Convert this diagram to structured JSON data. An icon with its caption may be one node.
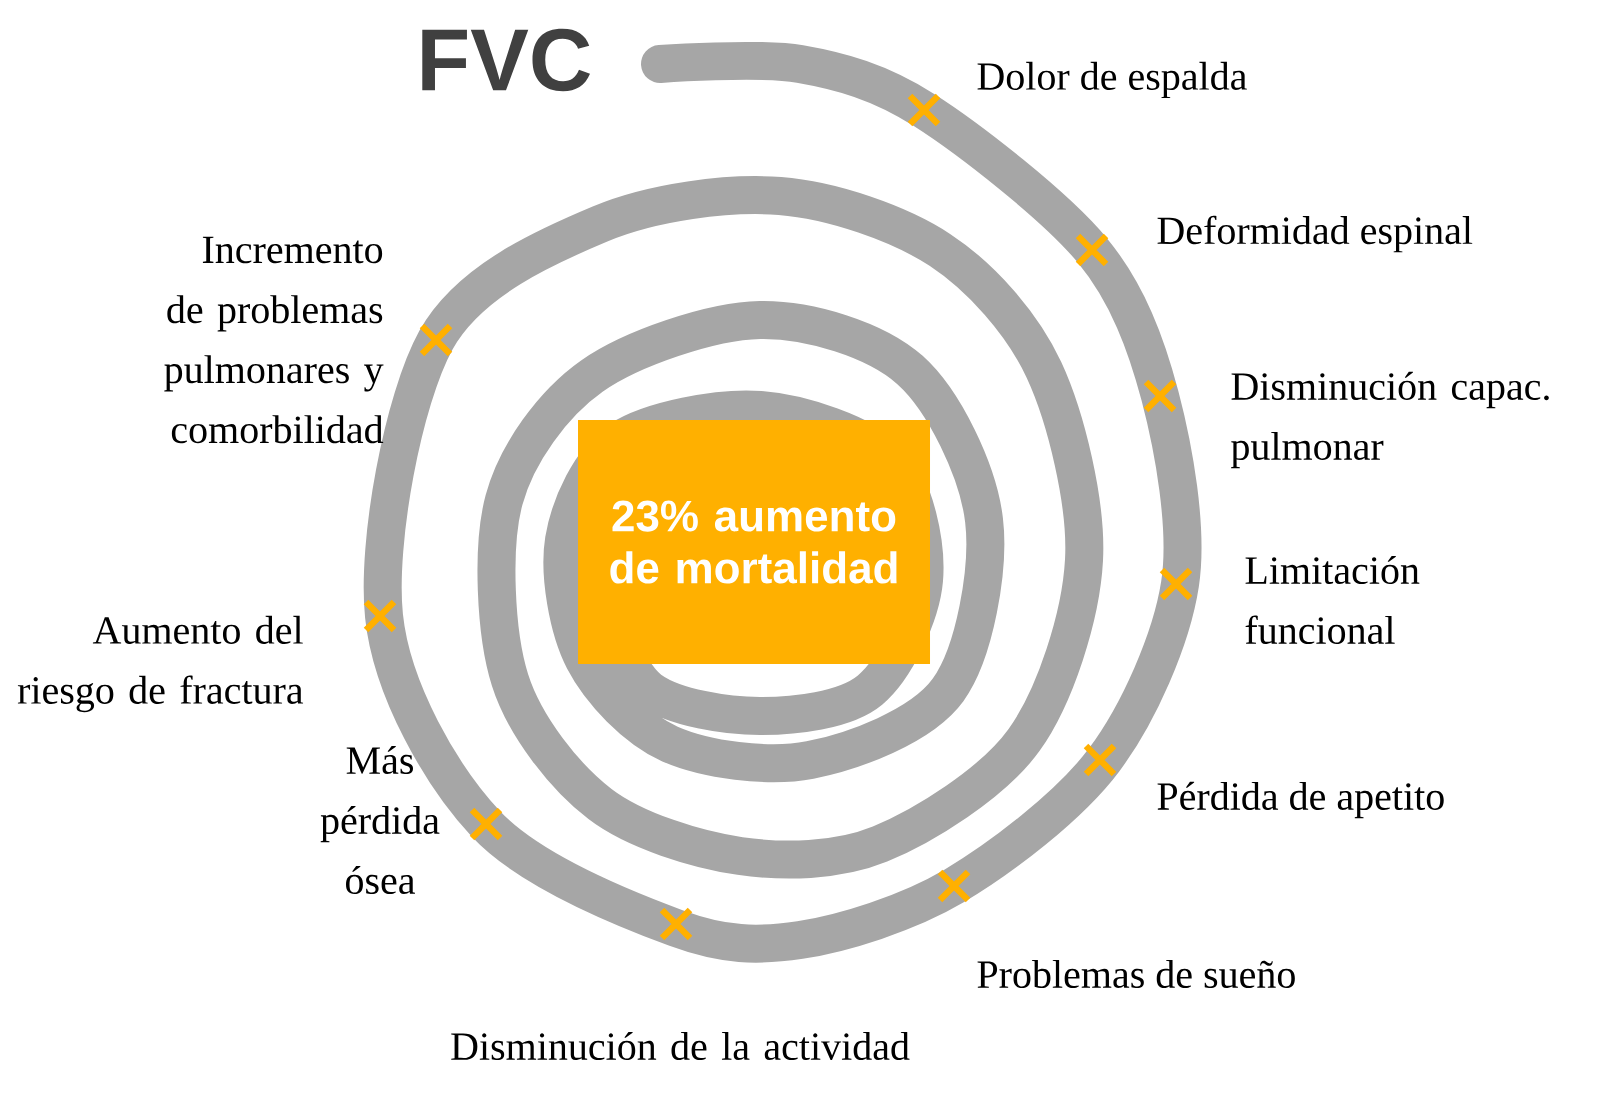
{
  "diagram": {
    "nodes": [
      {
        "text": [
          "23% aumento de mortalidad"
        ]
      }
    ],
    "labels": [
      "FVC",
      "Dolor de espalda",
      "Deformidad espinal",
      "Disminución capac. pulmonar",
      "Limitación funcional",
      "Pérdida de apetito",
      "Problemas de sueño",
      "Disminución de la actividad",
      "Más pérdida ósea",
      "Aumento del riesgo de fractura",
      "Incremento de problemas pulmonares y comorbilidad"
    ]
  }
}
